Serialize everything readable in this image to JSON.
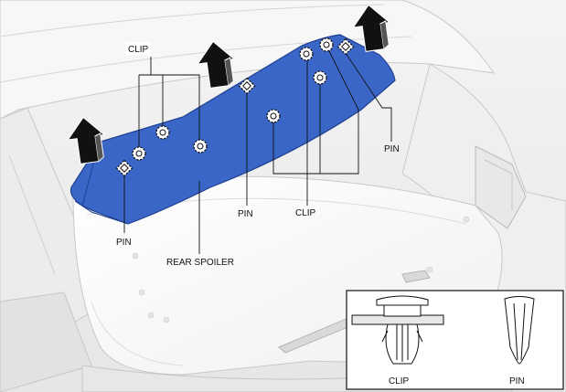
{
  "diagram": {
    "labels": {
      "clip_top": "CLIP",
      "clip_right": "CLIP",
      "pin_left": "PIN",
      "pin_middle": "PIN",
      "pin_right": "PIN",
      "rear_spoiler": "REAR SPOILER"
    },
    "inset": {
      "clip_caption": "CLIP",
      "pin_caption": "PIN"
    },
    "colors": {
      "spoiler_fill": "#3a66c8",
      "spoiler_edge": "#1f3f8f",
      "line": "#222222",
      "car_stroke": "#c8c8c8",
      "arrow_fill": "#111111"
    }
  }
}
